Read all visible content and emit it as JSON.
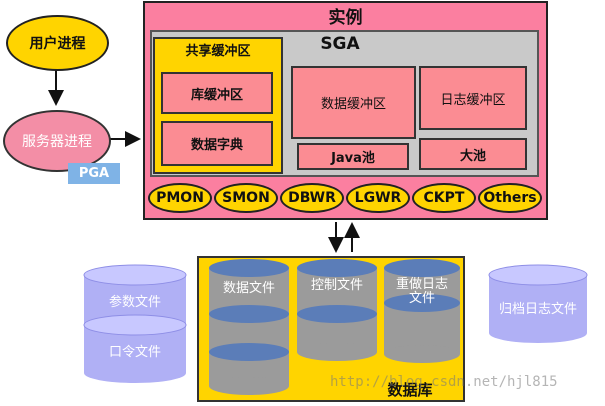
{
  "left": {
    "user_process": "用户进程",
    "server_process": "服务器进程",
    "pga": "PGA"
  },
  "instance": {
    "title": "实例",
    "sga": {
      "title": "SGA",
      "shared_pool": {
        "title": "共享缓冲区",
        "library_cache": "库缓冲区",
        "data_dictionary": "数据字典"
      },
      "buffer_cache": "数据缓冲区",
      "redo_log_buffer": "日志缓冲区",
      "java_pool": "Java池",
      "large_pool": "大池"
    },
    "processes": [
      "PMON",
      "SMON",
      "DBWR",
      "LGWR",
      "CKPT",
      "Others"
    ]
  },
  "database": {
    "title": "数据库",
    "datafiles": "数据文件",
    "control_files": "控制文件",
    "redo_log_files": "重做日志文件"
  },
  "external_files": {
    "parameter_file": "参数文件",
    "password_file": "口令文件",
    "archived_log_files": "归档日志文件"
  },
  "watermark": "http://blog.csdn.net/hjl815",
  "colors": {
    "instance": "#fb7fa0",
    "sga": "#c9c9c9",
    "yellow": "#ffd400",
    "pink_box": "#fb8c93",
    "cylinder_top": "#5b7db8",
    "cylinder_body": "#9b9b9b",
    "external_cylinder": "#b0b0f5"
  }
}
